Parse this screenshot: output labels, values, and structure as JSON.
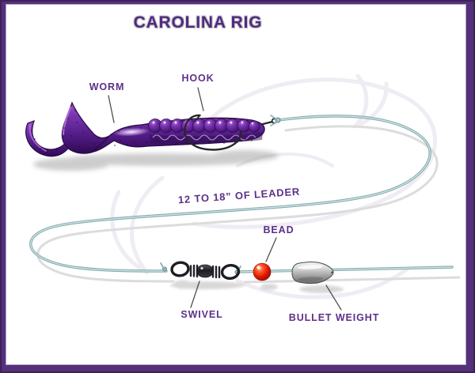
{
  "title": "CAROLINA RIG",
  "diagram": {
    "labels": {
      "worm": "WORM",
      "hook": "HOOK",
      "leader": "12 TO 18” OF LEADER",
      "bead": "BEAD",
      "swivel": "SWIVEL",
      "bullet_weight": "BULLET WEIGHT"
    },
    "watermark_icon": "fish-logo-watermark",
    "colors": {
      "frame_purple": "#54317a",
      "title_text": "#4f2a80",
      "label_text": "#5d3089",
      "leader_line": "#9fc3c6",
      "worm_purple": "#5e2492",
      "bead_red": "#d81800",
      "weight_gray": "#a8a8a8",
      "swivel_black": "#26262c",
      "canvas_background": "#ffffff"
    }
  }
}
